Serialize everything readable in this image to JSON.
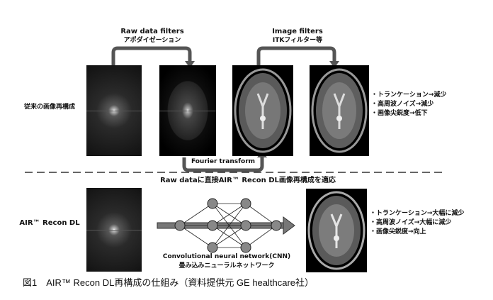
{
  "top": {
    "row_label": "従来の画像再構成",
    "raw_filters_title": "Raw data filters",
    "raw_filters_sub": "アポダイゼーション",
    "image_filters_title": "Image filters",
    "image_filters_sub": "ITKフィルター等",
    "fourier": "Fourier transform",
    "bullets": [
      "・トランケーション→減少",
      "・高周波ノイズ→減少",
      "・画像尖鋭度→低下"
    ]
  },
  "bottom": {
    "heading": "Raw dataに直接AIR™ Recon DL画像再構成を適応",
    "row_label": "AIR™ Recon DL",
    "cnn_title": "Convolutional neural network(CNN)",
    "cnn_sub": "畳み込みニューラルネットワーク",
    "bullets": [
      "・トランケーション→大幅に減少",
      "・高周波ノイズ→大幅に減少",
      "・画像尖鋭度→向上"
    ]
  },
  "caption": "図1　AIR™ Recon DL再構成の仕組み（資料提供元 GE healthcare社）"
}
